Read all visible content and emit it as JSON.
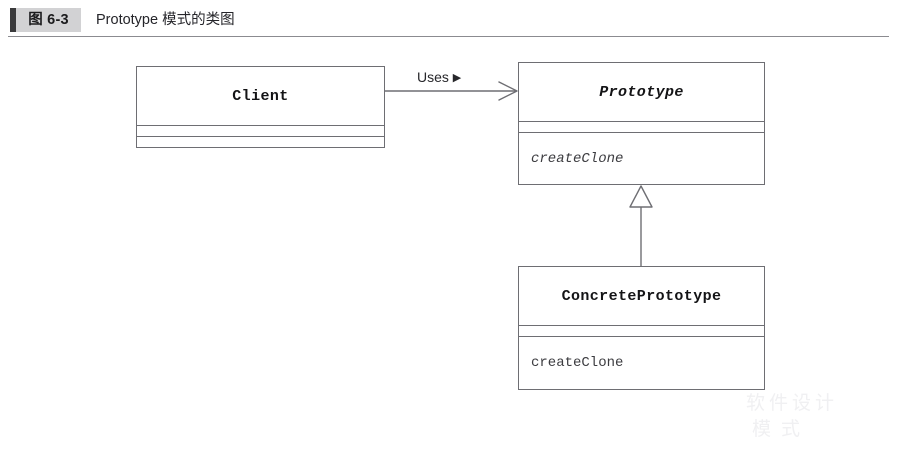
{
  "caption": {
    "figure_number": "图 6-3",
    "title": "Prototype 模式的类图"
  },
  "diagram": {
    "type": "uml-class-diagram",
    "classes": [
      {
        "id": "client",
        "name": "Client",
        "abstract": false,
        "attributes": [],
        "operations": []
      },
      {
        "id": "prototype",
        "name": "Prototype",
        "abstract": true,
        "attributes": [],
        "operations": [
          "createClone"
        ]
      },
      {
        "id": "concrete-prototype",
        "name": "ConcretePrototype",
        "abstract": false,
        "attributes": [],
        "operations": [
          "createClone"
        ]
      }
    ],
    "relations": [
      {
        "id": "uses",
        "kind": "association",
        "label": "Uses",
        "direction_marker": "▶",
        "from": "client",
        "to": "prototype",
        "arrowhead": "open"
      },
      {
        "id": "inherits",
        "kind": "generalization",
        "label": "",
        "from": "concrete-prototype",
        "to": "prototype",
        "arrowhead": "hollow-triangle"
      }
    ]
  },
  "colors": {
    "line": "#6e6e73",
    "caption_tab": "#3a3a3c",
    "caption_box": "#d2d2d4",
    "text": "#141416",
    "page": "#ffffff"
  },
  "artifacts": {
    "ghost_1": "软件设计",
    "ghost_2": "模式"
  }
}
